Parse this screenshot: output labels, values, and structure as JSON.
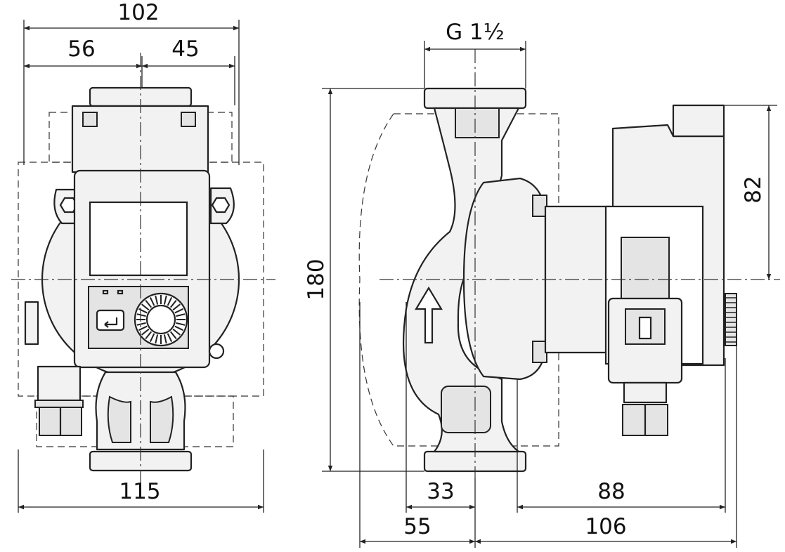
{
  "dimensions": {
    "front_overall_width": "102",
    "front_left_width": "56",
    "front_right_width": "45",
    "front_bottom_width": "115",
    "thread": "G 1½",
    "height": "180",
    "motor_height": "82",
    "left_small": "33",
    "right_small": "88",
    "left_large": "55",
    "right_large": "106"
  }
}
